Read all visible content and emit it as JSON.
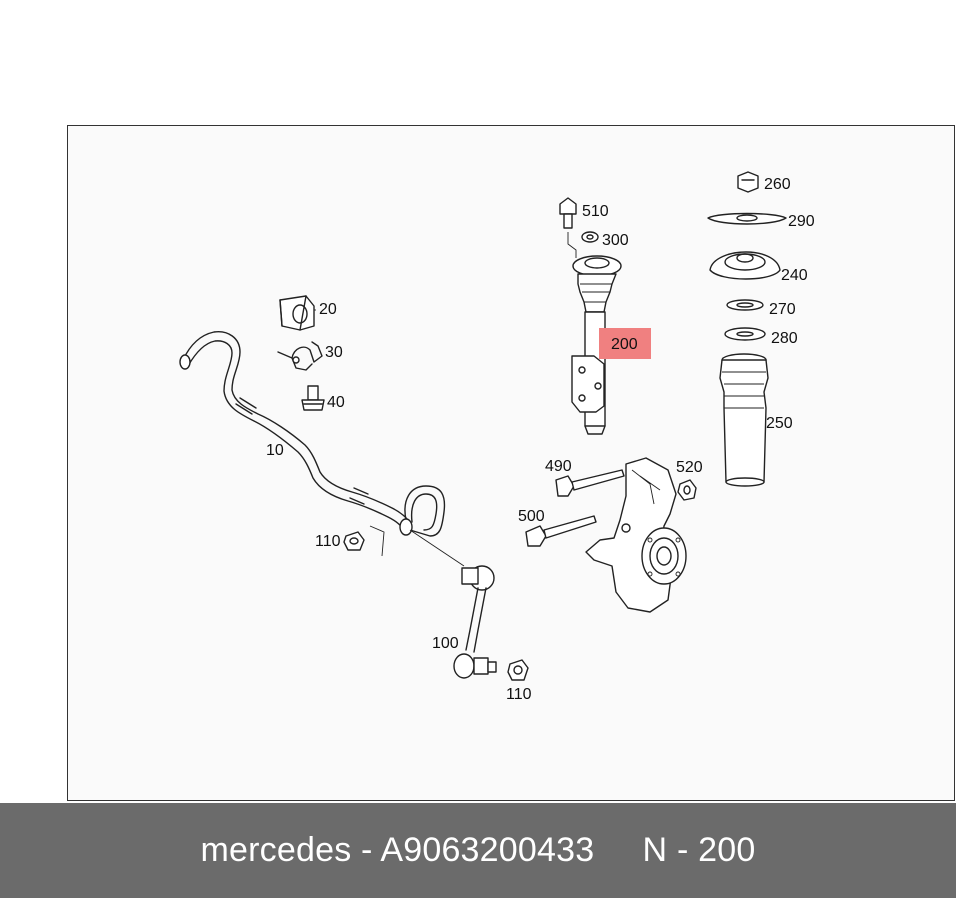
{
  "diagram": {
    "highlight_color": "#f08080",
    "labels": {
      "p10": "10",
      "p20": "20",
      "p30": "30",
      "p40": "40",
      "p100": "100",
      "p110a": "110",
      "p110b": "110",
      "p200": "200",
      "p240": "240",
      "p250": "250",
      "p260": "260",
      "p270": "270",
      "p280": "280",
      "p290": "290",
      "p300": "300",
      "p490": "490",
      "p500": "500",
      "p510": "510",
      "p520": "520"
    },
    "highlighted_part": "200"
  },
  "footer": {
    "text": "mercedes - A9063200433     N - 200"
  }
}
